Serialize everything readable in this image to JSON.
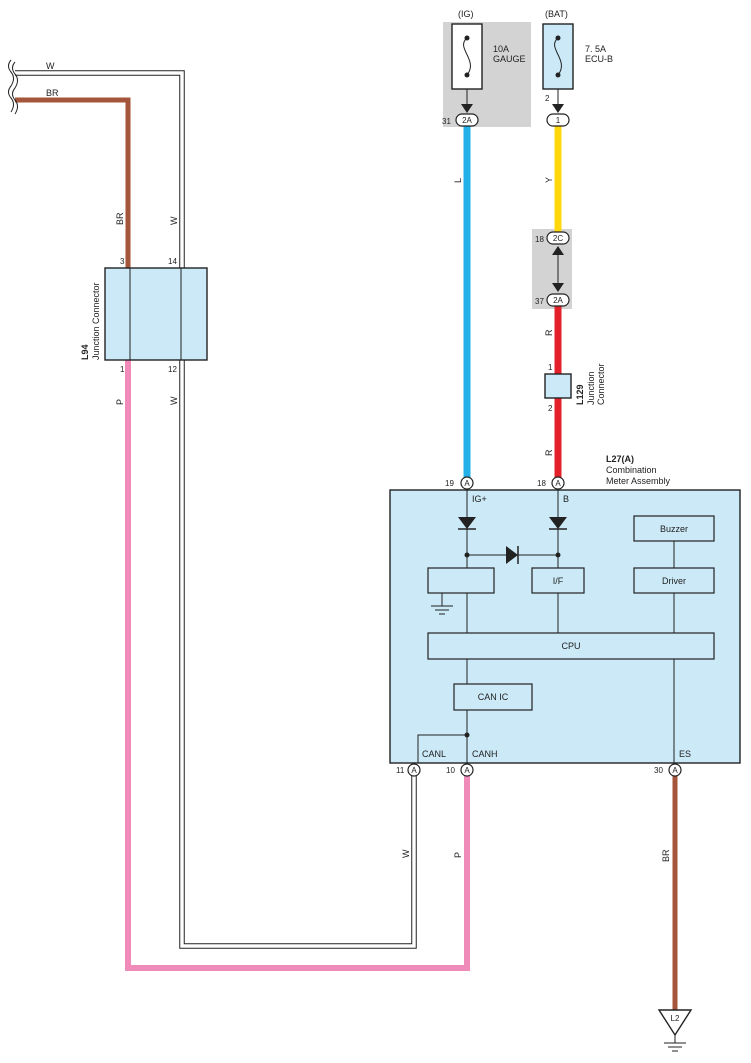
{
  "fuses": {
    "ig": {
      "circuit": "(IG)",
      "rating": "10A",
      "name": "GAUGE",
      "pin": "31",
      "conn": "2A"
    },
    "bat": {
      "circuit": "(BAT)",
      "rating": "7. 5A",
      "name": "ECU-B",
      "pin": "2",
      "conn": "1"
    }
  },
  "wires": {
    "w_top": "W",
    "br_top": "BR",
    "br_vert": "BR",
    "w_vert": "W",
    "p_left": "P",
    "w_left": "W",
    "l": "L",
    "y": "Y",
    "r1": "R",
    "r2": "R",
    "w_low": "W",
    "p_low": "P",
    "br_ground": "BR"
  },
  "j_2c": {
    "pin": "18",
    "conn": "2C"
  },
  "j_2a": {
    "pin": "37",
    "conn": "2A"
  },
  "l94": {
    "id": "L94",
    "label": "Junction Connector",
    "pins": {
      "p3": "3",
      "p14": "14",
      "p1": "1",
      "p12": "12"
    }
  },
  "l129": {
    "id": "L129",
    "label1": "Junction",
    "label2": "Connector",
    "pin1": "1",
    "pin2": "2"
  },
  "meter": {
    "id": "L27(A)",
    "name1": "Combination",
    "name2": "Meter Assembly",
    "pins": {
      "igp": {
        "num": "19",
        "conn": "A",
        "label": "IG+"
      },
      "b": {
        "num": "18",
        "conn": "A",
        "label": "B"
      },
      "canl": {
        "num": "11",
        "conn": "A",
        "label": "CANL"
      },
      "canh": {
        "num": "10",
        "conn": "A",
        "label": "CANH"
      },
      "es": {
        "num": "30",
        "conn": "A",
        "label": "ES"
      }
    },
    "blocks": {
      "if": "I/F",
      "buzzer": "Buzzer",
      "driver": "Driver",
      "cpu": "CPU",
      "canic": "CAN IC"
    }
  },
  "ground": {
    "label": "L2"
  },
  "colors": {
    "brown": "#a5553a",
    "pink": "#f08bb9",
    "blue": "#22b0e8",
    "yellow": "#ffd70a",
    "red": "#e4202a",
    "fill": "#cbe9f7",
    "gray": "#d3d3d3"
  }
}
